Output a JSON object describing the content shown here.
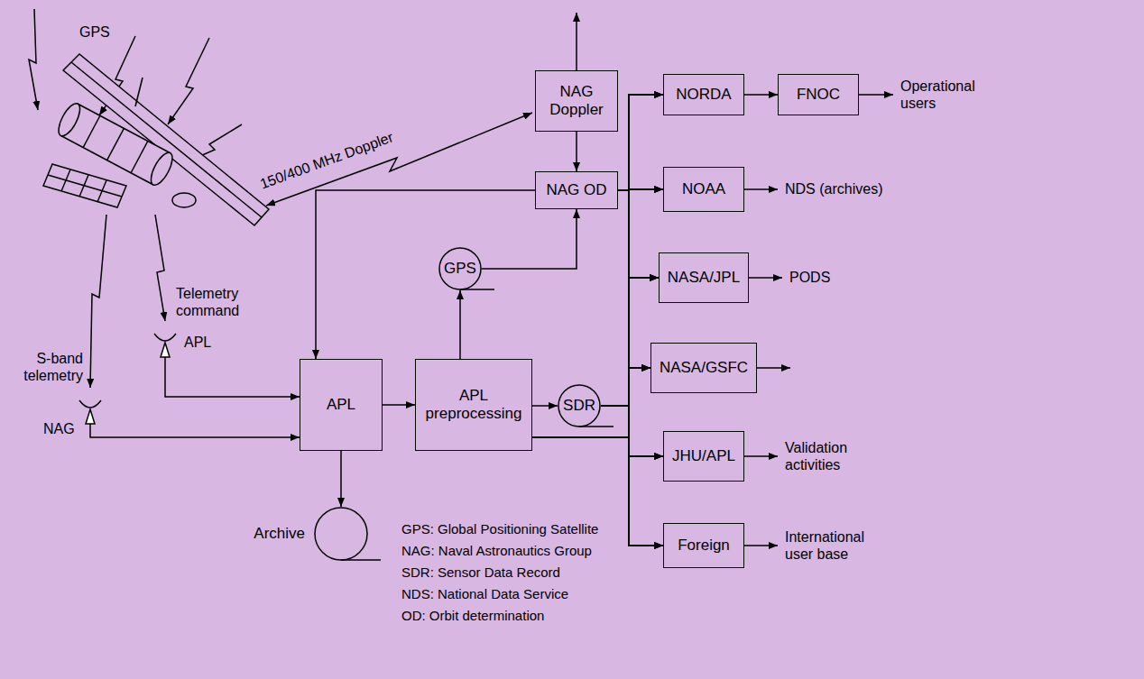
{
  "diagram": {
    "nodes": [
      {
        "text": [
          "NAG Doppler"
        ]
      },
      {
        "text": [
          "NAG OD"
        ]
      },
      {
        "text": [
          "GPS"
        ]
      },
      {
        "text": [
          "APL"
        ]
      },
      {
        "text": [
          "APL preprocessing"
        ]
      },
      {
        "text": [
          "SDR"
        ]
      },
      {
        "text": [
          "Archive"
        ]
      },
      {
        "text": [
          "NORDA"
        ]
      },
      {
        "text": [
          "FNOC"
        ]
      },
      {
        "text": [
          "NOAA"
        ]
      },
      {
        "text": [
          "NASA/JPL"
        ]
      },
      {
        "text": [
          "NASA/GSFC"
        ]
      },
      {
        "text": [
          "JHU/APL"
        ]
      },
      {
        "text": [
          "Foreign"
        ]
      }
    ],
    "edges": [
      {
        "from": 0,
        "to": 1,
        "arrow": "to"
      },
      {
        "from": 1,
        "to": 3,
        "arrow": "to"
      },
      {
        "from": 2,
        "to": 1,
        "arrow": "to"
      },
      {
        "from": 3,
        "to": 4,
        "arrow": "to"
      },
      {
        "from": 3,
        "to": 6,
        "arrow": "to"
      },
      {
        "from": 4,
        "to": 2,
        "arrow": "to"
      },
      {
        "from": 4,
        "to": 5,
        "arrow": "to"
      },
      {
        "from": 7,
        "to": 8,
        "arrow": "to"
      },
      {
        "from": 1,
        "to": 7,
        "arrow": "to"
      },
      {
        "from": 1,
        "to": 9,
        "arrow": "to"
      },
      {
        "from": 1,
        "to": 10,
        "arrow": "to"
      },
      {
        "from": 1,
        "to": 11,
        "arrow": "to"
      },
      {
        "from": 1,
        "to": 12,
        "arrow": "to"
      },
      {
        "from": 1,
        "to": 13,
        "arrow": "to"
      },
      {
        "from": 5,
        "to": 7,
        "arrow": "to"
      },
      {
        "from": 5,
        "to": 9,
        "arrow": "to"
      },
      {
        "from": 5,
        "to": 10,
        "arrow": "to"
      },
      {
        "from": 5,
        "to": 11,
        "arrow": "to"
      },
      {
        "from": 5,
        "to": 12,
        "arrow": "to"
      },
      {
        "from": 5,
        "to": 13,
        "arrow": "to"
      },
      {
        "from": 4,
        "to": 7,
        "arrow": "to"
      },
      {
        "from": 4,
        "to": 9,
        "arrow": "to"
      },
      {
        "from": 4,
        "to": 10,
        "arrow": "to"
      },
      {
        "from": 4,
        "to": 11,
        "arrow": "to"
      },
      {
        "from": 4,
        "to": 12,
        "arrow": "to"
      },
      {
        "from": 4,
        "to": 13,
        "arrow": "to"
      }
    ],
    "labels": [
      "GPS",
      "150/400 MHz Doppler",
      "Telemetry command",
      "S-band telemetry",
      "NAG",
      "APL",
      "Operational users",
      "NDS (archives)",
      "PODS",
      "Validation activities",
      "International user base",
      "GPS: Global Positioning Satellite",
      "NAG: Naval Astronautics Group",
      "SDR: Sensor Data Record",
      "NDS: National Data Service",
      "OD: Orbit determination"
    ]
  }
}
